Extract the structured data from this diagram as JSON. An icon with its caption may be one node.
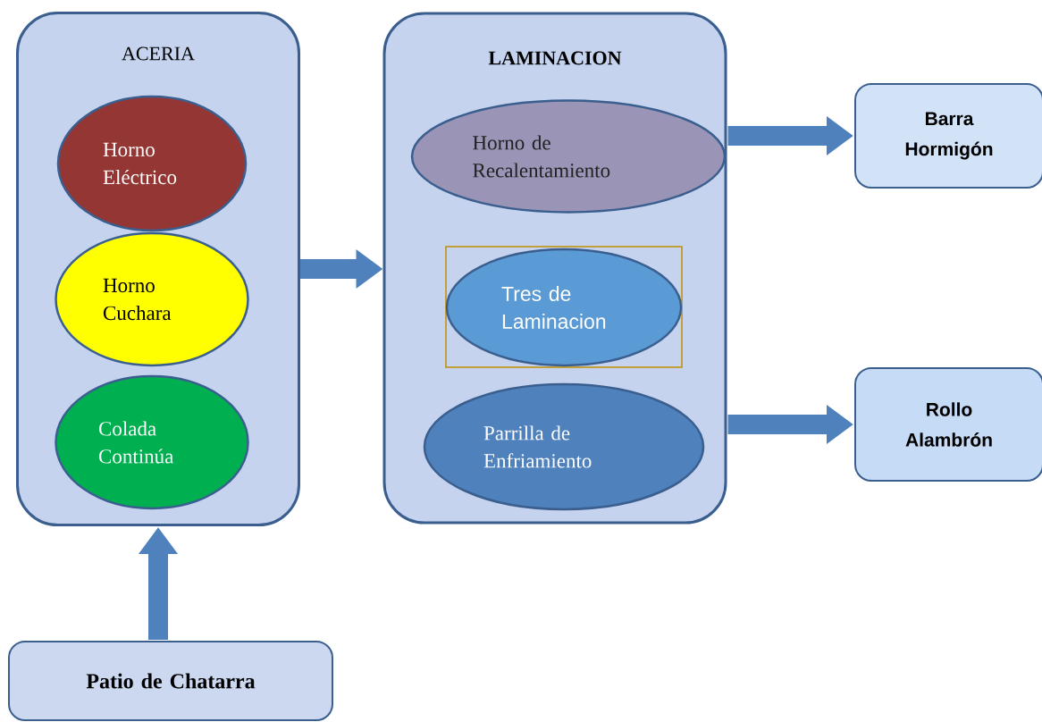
{
  "diagram": {
    "nodes": [
      {
        "text": [
          "ACERIA"
        ]
      },
      {
        "text": [
          "Horno Eléctrico"
        ],
        "in": 0
      },
      {
        "text": [
          "Horno Cuchara"
        ],
        "in": 0
      },
      {
        "text": [
          "Colada Continúa"
        ],
        "in": 0
      },
      {
        "text": [
          "LAMINACION"
        ]
      },
      {
        "text": [
          "Horno de Recalentamiento"
        ],
        "in": 4
      },
      {
        "text": [
          "Tres de Laminacion"
        ],
        "in": 4
      },
      {
        "text": [
          "Parrilla de Enfriamiento"
        ],
        "in": 4
      },
      {
        "text": [
          "Barra Hormigón"
        ]
      },
      {
        "text": [
          "Rollo Alambrón"
        ]
      },
      {
        "text": [
          "Patio de Chatarra"
        ]
      }
    ],
    "edges": [
      {
        "from": 10,
        "to": 0,
        "arrow": "to"
      },
      {
        "from": 0,
        "to": 4,
        "arrow": "to"
      },
      {
        "from": 4,
        "to": 8,
        "arrow": "to"
      },
      {
        "from": 4,
        "to": 9,
        "arrow": "to"
      }
    ]
  }
}
